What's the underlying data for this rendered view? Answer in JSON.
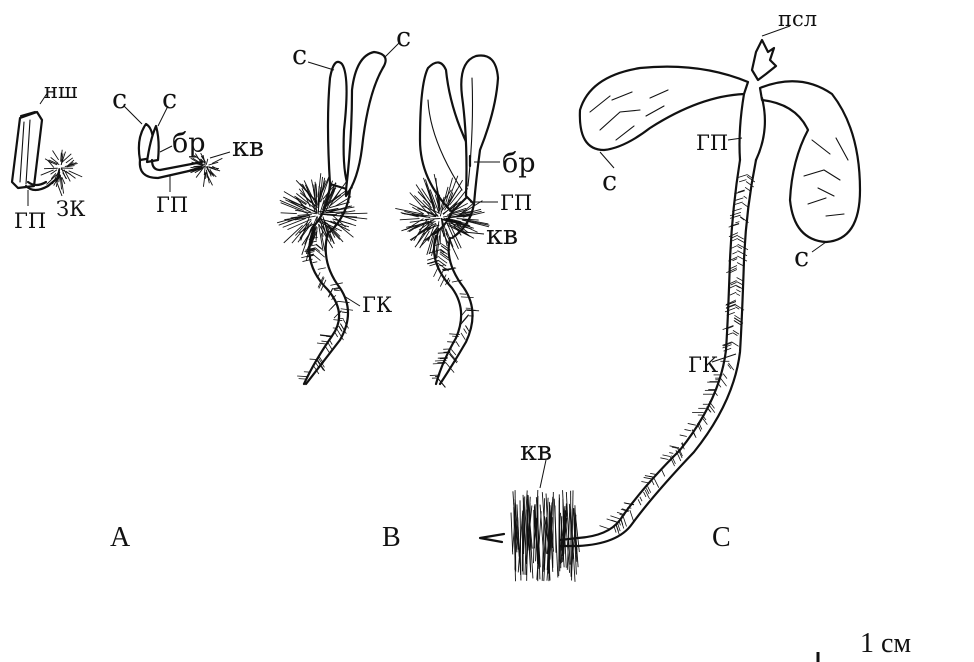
{
  "labels": {
    "a_nsh": "нш",
    "a_gp": "ГП",
    "a_zk": "ЗК",
    "a2_s1": "с",
    "a2_s2": "с",
    "a2_br": "бр",
    "a2_kv": "кв",
    "a2_gp": "ГП",
    "b1_s1": "с",
    "b1_s2": "с",
    "b1_gk": "ГК",
    "b2_br": "бр",
    "b2_gp": "ГП",
    "b2_kv": "кв",
    "c_psl": "псл",
    "c_gp": "ГП",
    "c_s1": "с",
    "c_s2": "с",
    "c_gk": "ГК",
    "c_kv": "кв"
  },
  "panels": {
    "a": "А",
    "b": "В",
    "c": "С"
  },
  "scale": {
    "text": "1 см"
  }
}
